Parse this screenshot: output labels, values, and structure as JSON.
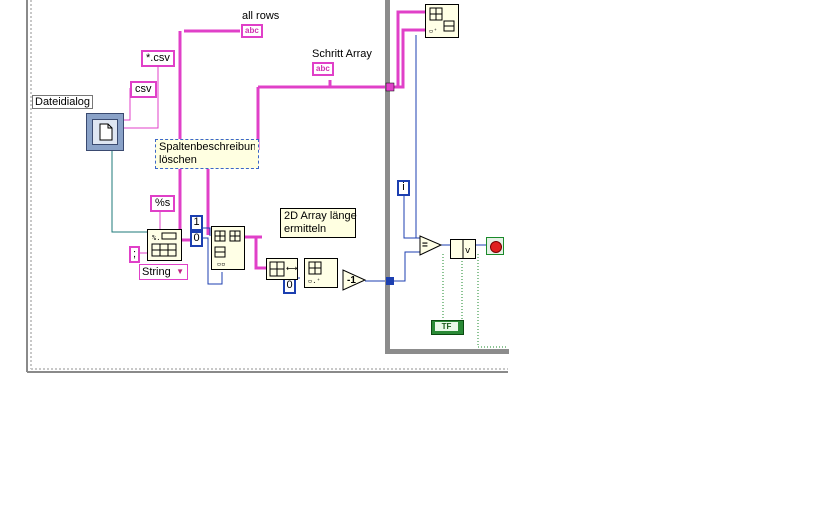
{
  "labels": {
    "all_rows": "all rows",
    "schritt_array": "Schritt Array",
    "dateidialog": "Dateidialog"
  },
  "constants": {
    "csv_wild": "*.csv",
    "csv": "csv",
    "percent_s": "%s",
    "semicolon": ";",
    "string_type": "String",
    "one": "1",
    "zero_a": "0",
    "zero_b": "0",
    "minus_one": "-1",
    "i_index": "i",
    "equals": "=",
    "tf": "TF"
  },
  "indicators": {
    "abc": "abc"
  },
  "comments": {
    "spalten": "Spaltenbeschreibung löschen",
    "spalten_line1": "Spaltenbeschreibung",
    "spalten_line2": "löschen",
    "array_len_line1": "2D Array länge",
    "array_len_line2": "ermitteln"
  },
  "colors": {
    "string_wire": "#e040c8",
    "numeric_wire": "#1c3fb0",
    "bool_wire": "#1a8a2a",
    "file_wire": "#1e7a78",
    "frame": "#9a9a9a"
  },
  "icons": [
    "file-dialog-icon",
    "spreadsheet-to-array-icon",
    "array-subset-icon",
    "array-size-icon",
    "stop-icon"
  ]
}
